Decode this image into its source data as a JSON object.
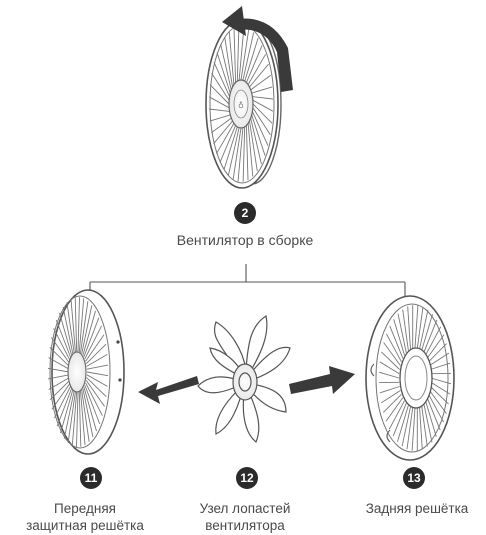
{
  "assembled": {
    "step": "2",
    "label": "Вентилятор в сборке"
  },
  "parts": [
    {
      "id": "front",
      "step": "11",
      "line1": "Передняя",
      "line2": "защитная решётка"
    },
    {
      "id": "blades",
      "step": "12",
      "line1": "Узел лопастей",
      "line2": "вентилятора"
    },
    {
      "id": "rear",
      "step": "13",
      "line1": "Задняя решётка",
      "line2": ""
    }
  ],
  "icons": {
    "rotate": "rotation-arrow-icon",
    "arrowLeft": "arrow-left-icon",
    "arrowRight": "arrow-right-icon"
  }
}
